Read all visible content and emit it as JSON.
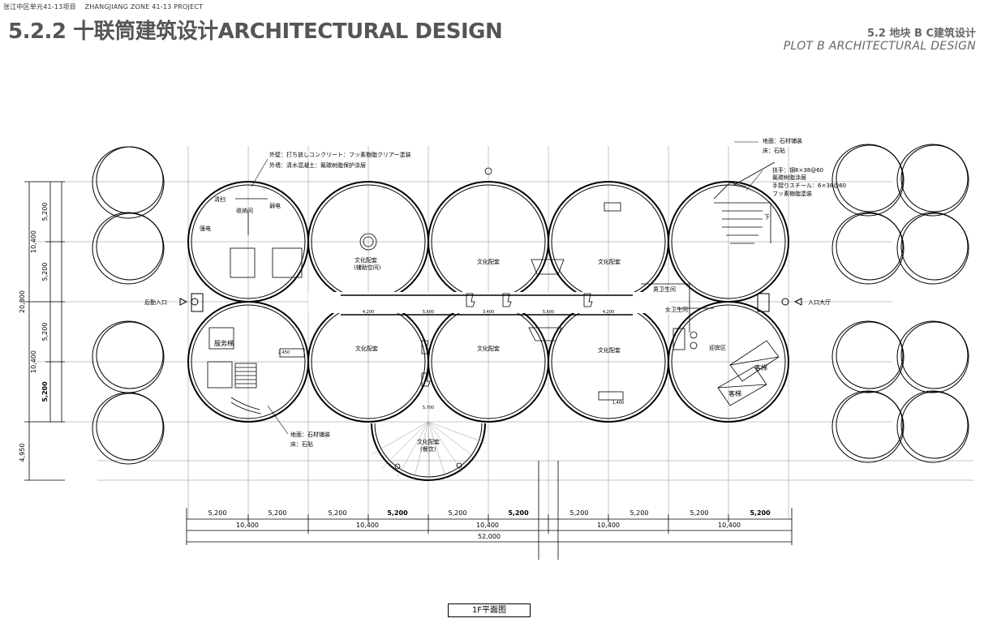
{
  "header": {
    "project_cn": "张江中区单元41-13项目",
    "project_en": "ZHANGJIANG ZONE 41-13 PROJECT",
    "title": "5.2.2 十联筒建筑设计ARCHITECTURAL DESIGN",
    "section_cn": "5.2 地块 B C建筑设计",
    "section_en": "PLOT B ARCHITECTURAL DESIGN"
  },
  "labels": {
    "wall_note1": "外壁：打ち放しコンクリート：フッ素樹脂クリアー塗装",
    "wall_note2": "外墙：清水混凝土：氟碳树脂保护涂层",
    "floor_note_tr1": "地面：石材铺装",
    "floor_note_tr2": "床：石貼",
    "rail_note1": "扶手：钢6×38@60",
    "rail_note2": "氟碳树脂涂层",
    "rail_note3": "手摺りスチール：6×38@60",
    "rail_note4": "フッ素樹脂塗装",
    "floor_note_bl1": "地面：石材铺装",
    "floor_note_bl2": "床：石貼",
    "rear_entrance": "后勤入口",
    "main_entrance": "入口大厅",
    "storage": "收纳间",
    "elec": "强电",
    "weak": "弱电",
    "clean": "清扫",
    "service_elevator": "服务梯",
    "culture_aux": "文化配套",
    "culture_aux_sub": "(辅助空间)",
    "culture_1": "文化配套",
    "culture_2": "文化配套",
    "culture_3": "文化配套",
    "culture_4": "文化配套",
    "culture_5": "文化配套",
    "culture_dining": "文化配套",
    "culture_dining_sub": "(餐饮)",
    "men_wc": "男卫生间",
    "women_wc": "女卫生间",
    "reception": "迎宾区",
    "guest_elev1": "客梯",
    "guest_elev2": "客梯",
    "down": "下"
  },
  "dims_left": [
    "5,200",
    "10,400",
    "5,200",
    "20,800",
    "5,200",
    "10,400",
    "5,200",
    "4,950"
  ],
  "dims_bottom_row1": [
    "5,200",
    "5,200",
    "5,200",
    "5,200",
    "5,200",
    "5,200",
    "5,200",
    "5,200",
    "5,200",
    "5,200"
  ],
  "dims_bottom_row2": [
    "10,400",
    "10,400",
    "10,400",
    "10,400",
    "10,400"
  ],
  "dims_bottom_total": "52,000",
  "dims_inner": [
    "4,200",
    "5,600",
    "3,400",
    "5,600",
    "4,200",
    "2,450",
    "5,700",
    "1,400"
  ],
  "caption": "1F平面图"
}
